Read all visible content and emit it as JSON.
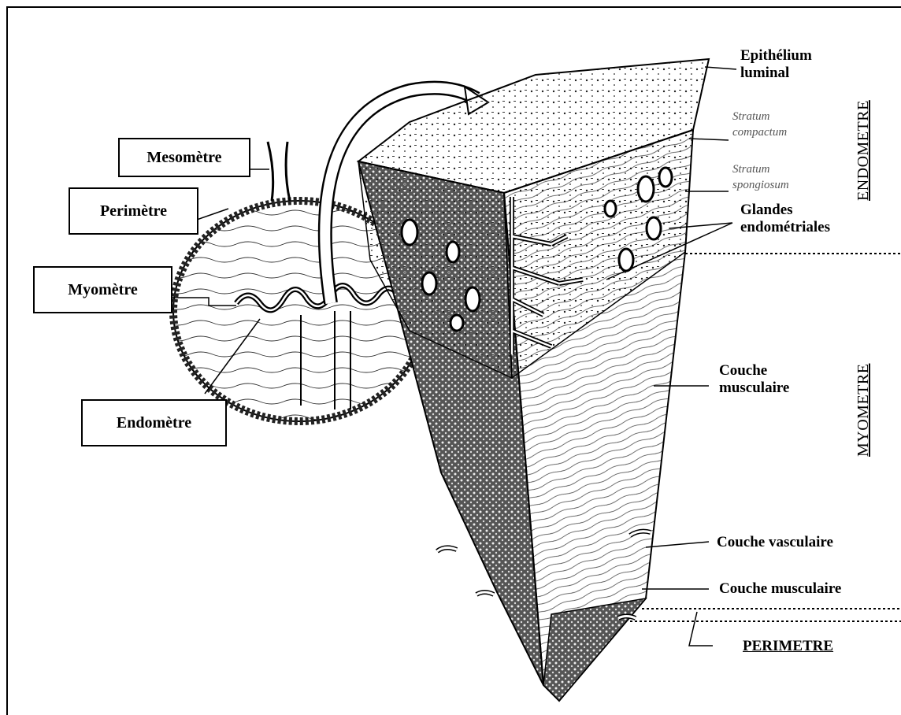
{
  "boxes": {
    "mesometre": "Mesomètre",
    "perimetre": "Perimètre",
    "myometre": "Myomètre",
    "endometre": "Endomètre"
  },
  "labels": {
    "epithelium": "Epithélium\nluminal",
    "stratum_compactum": "Stratum\ncompactum",
    "stratum_spongiosum": "Stratum\nspongiosum",
    "glandes": "Glandes\nendométriales",
    "couche_musculaire_1": "Couche\nmusculaire",
    "couche_vasculaire": "Couche vasculaire",
    "couche_musculaire_2": "Couche musculaire",
    "perimetre_layer": "PERIMETRE"
  },
  "vertical_labels": {
    "endometre": "ENDOMETRE",
    "myometre": "MYOMETRE"
  }
}
